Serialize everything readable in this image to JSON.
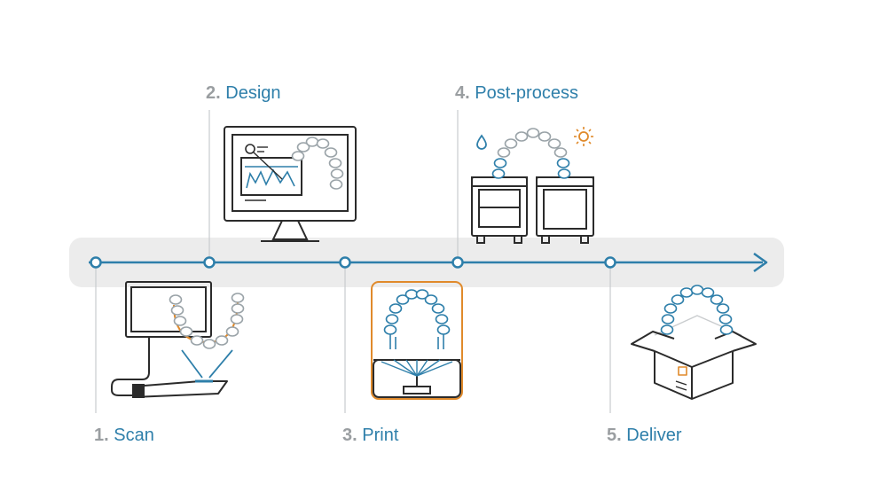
{
  "steps": [
    {
      "number": "1.",
      "name": "Scan",
      "icon": "intraoral-scanner-icon"
    },
    {
      "number": "2.",
      "name": "Design",
      "icon": "monitor-design-icon"
    },
    {
      "number": "3.",
      "name": "Print",
      "icon": "printer-icon"
    },
    {
      "number": "4.",
      "name": "Post-process",
      "icon": "wash-and-cure-icon"
    },
    {
      "number": "5.",
      "name": "Deliver",
      "icon": "delivery-box-icon"
    }
  ],
  "colors": {
    "timeline": "#2e7faa",
    "band": "#ececec",
    "label_number": "#9a9ea1",
    "outline": "#2b2b2b",
    "accent": "#e08a2b",
    "teeth": "#9aa3a8"
  }
}
